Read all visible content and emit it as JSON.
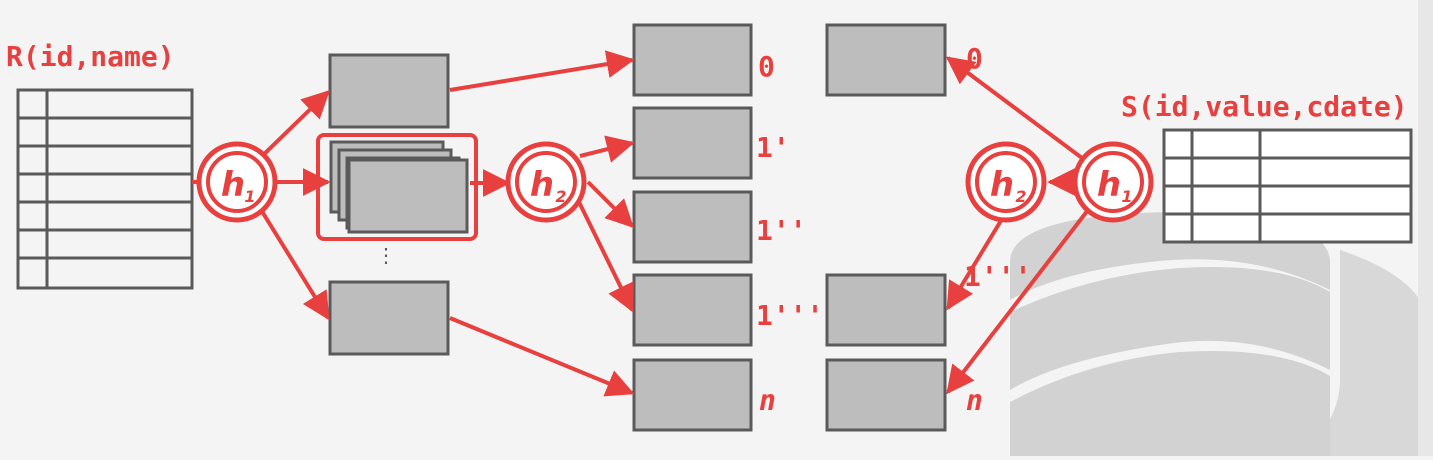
{
  "colors": {
    "accent": "#e8403f",
    "box_fill": "#bdbdbd",
    "box_stroke": "#5a5a5a",
    "background": "#f4f4f4",
    "watermark": "#d0d0d0"
  },
  "relations": {
    "left": {
      "title": "R(id,name)",
      "columns": 2,
      "rows": 7
    },
    "right": {
      "title": "S(id,value,cdate)",
      "columns": 3,
      "rows": 4
    }
  },
  "hash_functions": {
    "left_h1": {
      "symbol": "h",
      "subscript": "1"
    },
    "left_h2": {
      "symbol": "h",
      "subscript": "2"
    },
    "right_h1": {
      "symbol": "h",
      "subscript": "1"
    },
    "right_h2": {
      "symbol": "h",
      "subscript": "2"
    }
  },
  "left_buckets": [
    "0",
    "1'",
    "1''",
    "1'''",
    "n"
  ],
  "right_buckets": [
    "0",
    "1'''",
    "n"
  ],
  "ellipsis": "⋮",
  "icons": [
    "database-icon"
  ]
}
